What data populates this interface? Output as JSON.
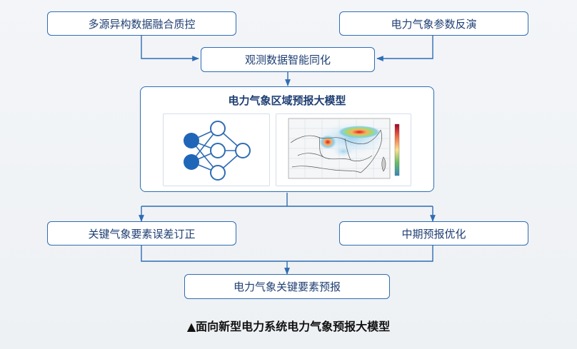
{
  "top_left_box": "多源异构数据融合质控",
  "top_right_box": "电力气象参数反演",
  "assimilation_box": "观测数据智能同化",
  "core_model": {
    "title": "电力气象区域预报大模型",
    "icons": [
      "neural-network-icon",
      "weather-map-icon"
    ]
  },
  "left_output_box": "关键气象要素误差订正",
  "right_output_box": "中期预报优化",
  "final_box": "电力气象关键要素预报",
  "caption": "▲面向新型电力系统电力气象预报大模型",
  "colors": {
    "accent": "#2f6db3",
    "node": "#1f66b8",
    "text": "#1f3f73"
  }
}
